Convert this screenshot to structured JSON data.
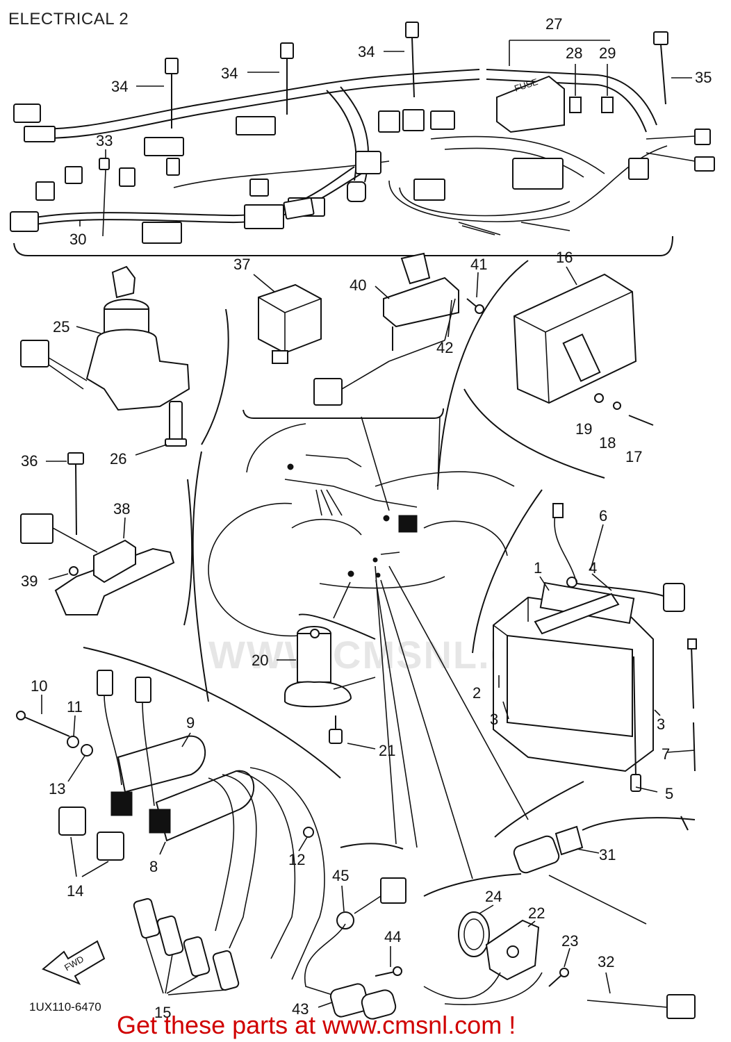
{
  "title": "ELECTRICAL 2",
  "part_number": "1UX110-6470",
  "call_to_action": "Get these parts at www.cmsnl.com !",
  "watermark": "WWW.CMSNL.COM",
  "fuse_label": "FUSE",
  "fwd_label": "FWD",
  "callouts": {
    "c1": "1",
    "c2": "2",
    "c3a": "3",
    "c3b": "3",
    "c4": "4",
    "c5": "5",
    "c6": "6",
    "c7": "7",
    "c8": "8",
    "c9": "9",
    "c10": "10",
    "c11": "11",
    "c12": "12",
    "c13": "13",
    "c14": "14",
    "c15": "15",
    "c16": "16",
    "c17": "17",
    "c18": "18",
    "c19": "19",
    "c20": "20",
    "c21": "21",
    "c22": "22",
    "c23": "23",
    "c24": "24",
    "c25": "25",
    "c26": "26",
    "c27": "27",
    "c28": "28",
    "c29": "29",
    "c30": "30",
    "c31": "31",
    "c32": "32",
    "c33": "33",
    "c34a": "34",
    "c34b": "34",
    "c34c": "34",
    "c35": "35",
    "c36": "36",
    "c37": "37",
    "c38": "38",
    "c39": "39",
    "c40": "40",
    "c41": "41",
    "c42": "42",
    "c43": "43",
    "c44": "44",
    "c45": "45"
  },
  "colors": {
    "line": "#111111",
    "cta": "#d00000",
    "watermark": "#e6e6e6"
  }
}
